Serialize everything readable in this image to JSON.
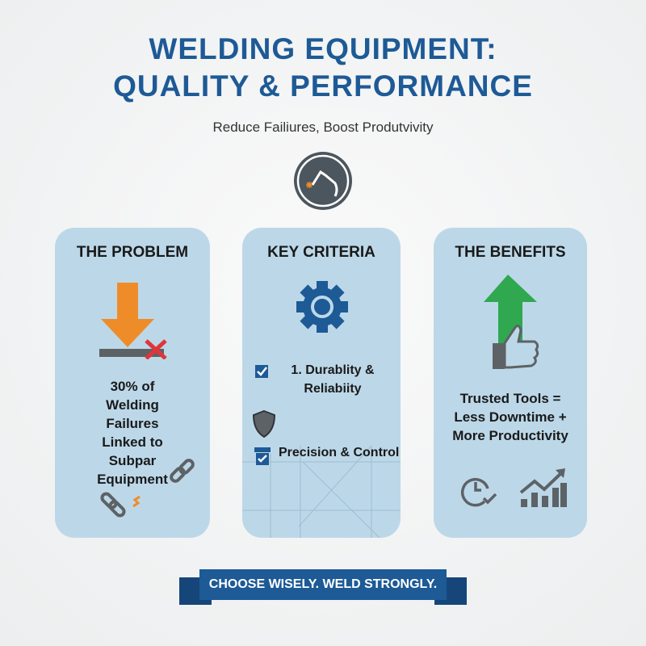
{
  "header": {
    "title_line1": "WELDING EQUIPMENT:",
    "title_line2": "QUALITY & PERFORMANCE",
    "subtitle": "Reduce Failiures, Boost Produtvivity",
    "logo_icon": "welding-torch-icon"
  },
  "cards": [
    {
      "heading": "THE PROBLEM",
      "text_lines": [
        "30% of",
        "Welding",
        "Failures",
        "Linked to",
        "Subpar",
        "Equipment"
      ],
      "icons": [
        "down-arrow-icon",
        "cross-icon",
        "chain-link-icon",
        "broken-chain-icon"
      ]
    },
    {
      "heading": "KEY CRITERIA",
      "items": [
        "1. Durablity &",
        "Reliabiity",
        "Precision & Control"
      ],
      "icons": [
        "gear-icon",
        "checkbox-icon",
        "shield-icon"
      ]
    },
    {
      "heading": "THE BENEFITS",
      "text_lines": [
        "Trusted Tools =",
        "Less Downtime +",
        "More Productivity"
      ],
      "icons": [
        "up-arrow-icon",
        "thumbs-up-icon",
        "clock-check-icon",
        "growth-chart-icon"
      ]
    }
  ],
  "footer": {
    "banner": "CHOOSE WISELY. WELD STRONGLY."
  },
  "colors": {
    "brand": "#1d5a96",
    "card": "#bcd8e8",
    "orange": "#ef8c2a",
    "green": "#2fa84f",
    "red": "#e0353a"
  }
}
